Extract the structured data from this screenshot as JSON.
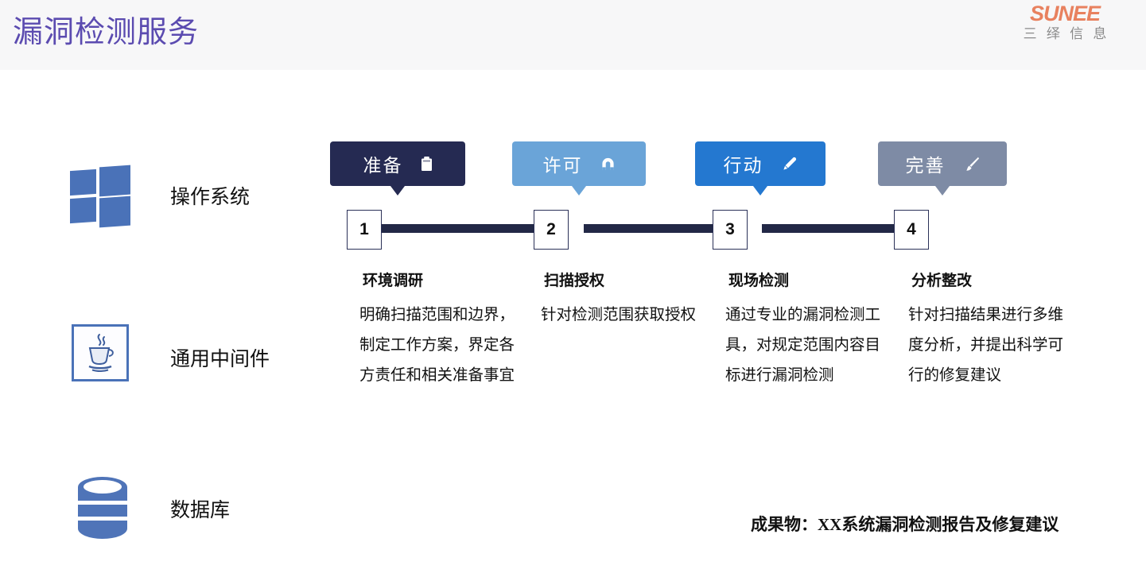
{
  "header": {
    "title": "漏洞检测服务",
    "logo": {
      "wordmark": "SUNEE",
      "subtitle": "三 绎 信 息",
      "wordmark_color": "#e8815f",
      "subtitle_color": "#8b8b8b"
    },
    "band_color": "#f7f7f8",
    "title_color": "#5b4bb0"
  },
  "scope_stack": {
    "items": [
      {
        "icon": "windows-logo-icon",
        "label": "操作系统"
      },
      {
        "icon": "java-icon",
        "label": "通用中间件"
      },
      {
        "icon": "database-icon",
        "label": "数据库"
      }
    ]
  },
  "timeline": {
    "bar_color": "#222846",
    "steps": [
      {
        "number": "1",
        "badge_label": "准备",
        "badge_icon": "clipboard-icon",
        "badge_color": "#252a52",
        "heading": "环境调研",
        "body": "明确扫描范围和边界，制定工作方案，界定各方责任和相关准备事宜"
      },
      {
        "number": "2",
        "badge_label": "许可",
        "badge_icon": "magnet-icon",
        "badge_color": "#6aa4d8",
        "heading": "扫描授权",
        "body": "针对检测范围获取授权"
      },
      {
        "number": "3",
        "badge_label": "行动",
        "badge_icon": "pencil-icon",
        "badge_color": "#2478d0",
        "heading": "现场检测",
        "body": "通过专业的漏洞检测工具，对规定范围内容目标进行漏洞检测"
      },
      {
        "number": "4",
        "badge_label": "完善",
        "badge_icon": "paintbrush-icon",
        "badge_color": "#7e8ba5",
        "heading": "分析整改",
        "body": "针对扫描结果进行多维度分析，并提出科学可行的修复建议"
      }
    ]
  },
  "footer": {
    "deliverable": "成果物：XX系统漏洞检测报告及修复建议"
  }
}
